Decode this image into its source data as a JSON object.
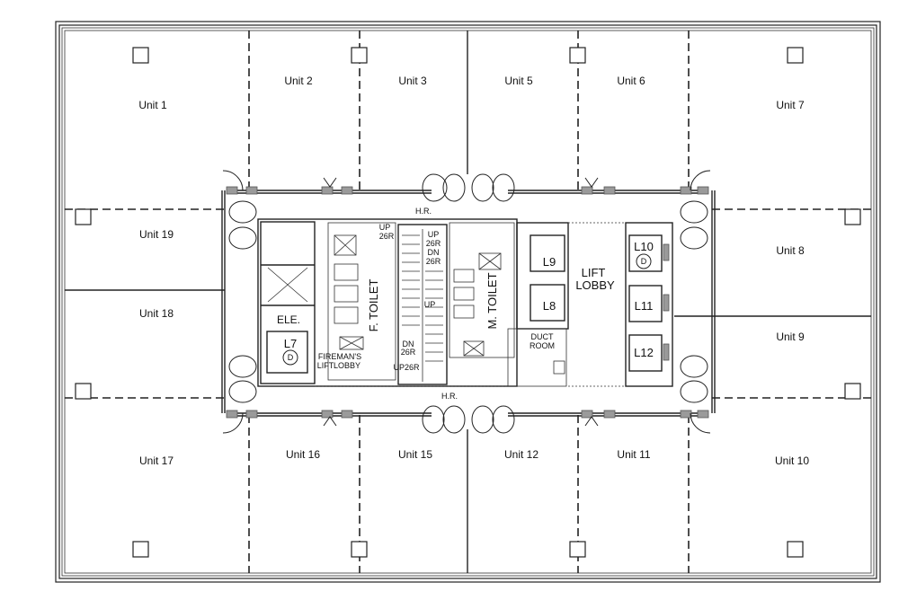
{
  "units": [
    {
      "id": "u1",
      "label": "Unit 1"
    },
    {
      "id": "u2",
      "label": "Unit 2"
    },
    {
      "id": "u3",
      "label": "Unit 3"
    },
    {
      "id": "u5",
      "label": "Unit 5"
    },
    {
      "id": "u6",
      "label": "Unit 6"
    },
    {
      "id": "u7",
      "label": "Unit 7"
    },
    {
      "id": "u19",
      "label": "Unit 19"
    },
    {
      "id": "u8",
      "label": "Unit 8"
    },
    {
      "id": "u18",
      "label": "Unit 18"
    },
    {
      "id": "u9",
      "label": "Unit 9"
    },
    {
      "id": "u17",
      "label": "Unit 17"
    },
    {
      "id": "u16",
      "label": "Unit 16"
    },
    {
      "id": "u15",
      "label": "Unit 15"
    },
    {
      "id": "u12",
      "label": "Unit 12"
    },
    {
      "id": "u11",
      "label": "Unit 11"
    },
    {
      "id": "u10",
      "label": "Unit 10"
    }
  ],
  "core": {
    "f_toilet": "F. TOILET",
    "m_toilet": "M. TOILET",
    "ele": "ELE.",
    "lift_lobby_1": "LIFT",
    "lift_lobby_2": "LOBBY",
    "duct_room_1": "DUCT",
    "duct_room_2": "ROOM",
    "fireman_lift_1": "FIREMAN'S",
    "fireman_lift_2": "LIFT",
    "fireman_lift_3": "LOBBY",
    "hr_top": "H.R.",
    "hr_bottom": "H.R.",
    "stair_up_26r": "UP",
    "stair_26r": "26R",
    "stair_up": "UP",
    "stair_up_26r_b": "26R",
    "stair_dn": "DN",
    "stair_dn_26r": "26R",
    "stair_dn2": "DN",
    "stair_dn2_26r": "26R",
    "stair_up_bottom": "UP26R",
    "stair_up_small": "UP"
  },
  "lifts": {
    "l7": "L7",
    "l7_tag": "D",
    "l8": "L8",
    "l9": "L9",
    "l10": "L10",
    "l10_tag": "D",
    "l11": "L11",
    "l12": "L12"
  }
}
